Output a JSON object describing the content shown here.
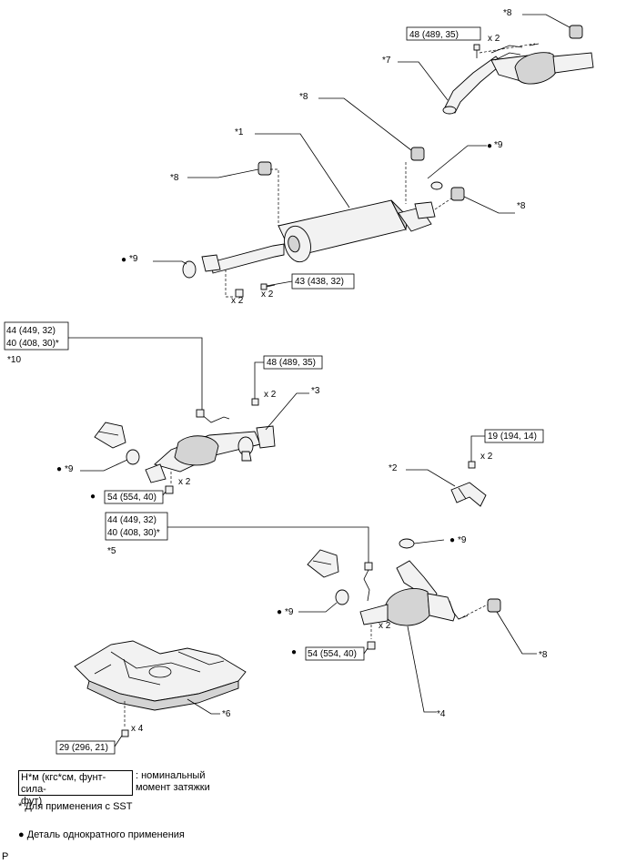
{
  "labels": {
    "p1": "*1",
    "p2": "*2",
    "p3": "*3",
    "p4": "*4",
    "p5": "*5",
    "p6": "*6",
    "p7": "*7",
    "p8": "*8",
    "p9": "*9",
    "p10": "*10"
  },
  "multipliers": {
    "x2": "x 2",
    "x4": "x 4"
  },
  "torques": {
    "t48": "48 (489, 35)",
    "t43": "43 (438, 32)",
    "t44": "44 (449, 32)",
    "t40": "40 (408, 30)*",
    "t54": "54 (554, 40)",
    "t19": "19 (194, 14)",
    "t29": "29 (296, 21)"
  },
  "legend": {
    "box_line1": "Н*м (кгс*см, фунт-сила-",
    "box_line2": "фут)",
    "desc_line1": ": номинальный",
    "desc_line2": "момент затяжки",
    "sst_note": "* Для применения с SST",
    "single_use": "Деталь однократного применения",
    "bullet": "●",
    "corner": "P"
  }
}
